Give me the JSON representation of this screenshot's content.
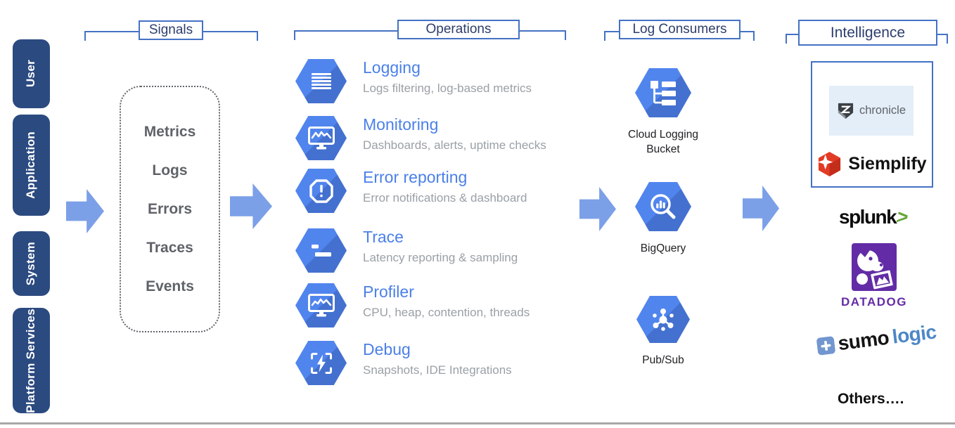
{
  "source_tabs": [
    {
      "label": "User"
    },
    {
      "label": "Application"
    },
    {
      "label": "System"
    },
    {
      "label": "Platform Services"
    }
  ],
  "section_headers": {
    "signals": "Signals",
    "operations": "Operations",
    "log_consumers": "Log Consumers",
    "intelligence": "Intelligence"
  },
  "signals": {
    "items": [
      "Metrics",
      "Logs",
      "Errors",
      "Traces",
      "Events"
    ]
  },
  "operations": {
    "items": [
      {
        "title": "Logging",
        "subtitle": "Logs filtering, log-based metrics",
        "icon": "logging-icon"
      },
      {
        "title": "Monitoring",
        "subtitle": "Dashboards, alerts, uptime checks",
        "icon": "monitoring-icon"
      },
      {
        "title": "Error reporting",
        "subtitle": "Error notifications & dashboard",
        "icon": "error-reporting-icon"
      },
      {
        "title": "Trace",
        "subtitle": "Latency reporting & sampling",
        "icon": "trace-icon"
      },
      {
        "title": "Profiler",
        "subtitle": "CPU, heap, contention, threads",
        "icon": "profiler-icon"
      },
      {
        "title": "Debug",
        "subtitle": "Snapshots, IDE Integrations",
        "icon": "debug-icon"
      }
    ]
  },
  "log_consumers": {
    "items": [
      {
        "label": "Cloud Logging Bucket",
        "icon": "cloud-logging-bucket-icon"
      },
      {
        "label": "BigQuery",
        "icon": "bigquery-icon"
      },
      {
        "label": "Pub/Sub",
        "icon": "pubsub-icon"
      }
    ]
  },
  "intelligence": {
    "chronicle_label": "chronicle",
    "siemplify_label": "Siemplify",
    "splunk_label": "splunk",
    "splunk_chevron": ">",
    "datadog_label": "DATADOG",
    "sumo_label": "sumo",
    "logic_label": "logic",
    "others_label": "Others…."
  },
  "colors": {
    "tab_navy": "#2b4a80",
    "bracket_blue": "#4472c4",
    "bracket_text_navy": "#2d3e6e",
    "gcp_hexagon_blue": "#4f82ec",
    "operation_title_blue": "#4b80e8",
    "subtitle_gray": "#9aa0a6",
    "signals_text_gray": "#5f6368",
    "arrow_blue": "#7ca0e8",
    "splunk_green": "#65a637",
    "datadog_purple": "#632ca6",
    "sumologic_blue": "#4d87c7",
    "siemplify_red": "#e23b26",
    "chronicle_chip_bg": "#e4eef8"
  }
}
